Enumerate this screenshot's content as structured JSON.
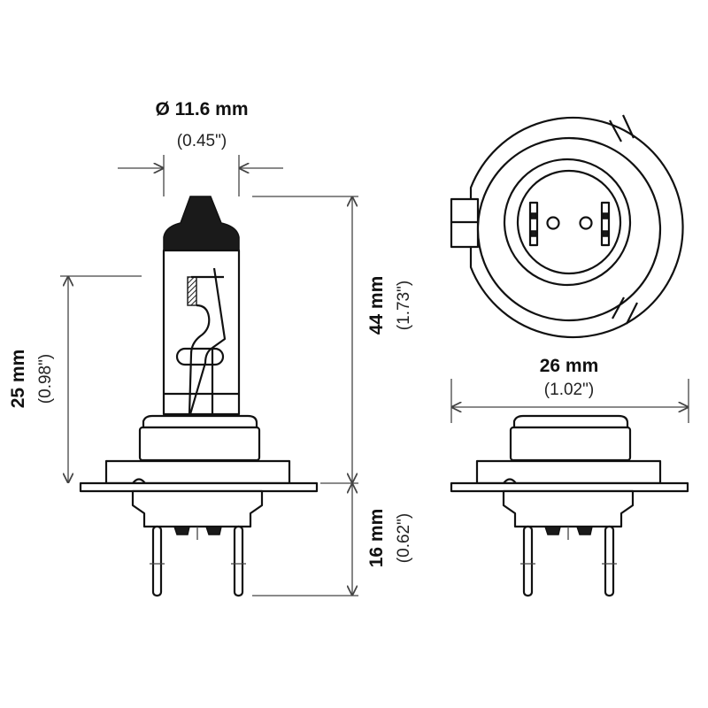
{
  "dimensions": {
    "diameter": {
      "metric": "Ø 11.6 mm",
      "imperial": "(0.45\")"
    },
    "length_total": {
      "metric": "44 mm",
      "imperial": "(1.73\")"
    },
    "light_center": {
      "metric": "25 mm",
      "imperial": "(0.98\")"
    },
    "base_length": {
      "metric": "16 mm",
      "imperial": "(0.62\")"
    },
    "flange_width": {
      "metric": "26 mm",
      "imperial": "(1.02\")"
    }
  },
  "colors": {
    "line": "#111111",
    "background": "#ffffff"
  }
}
